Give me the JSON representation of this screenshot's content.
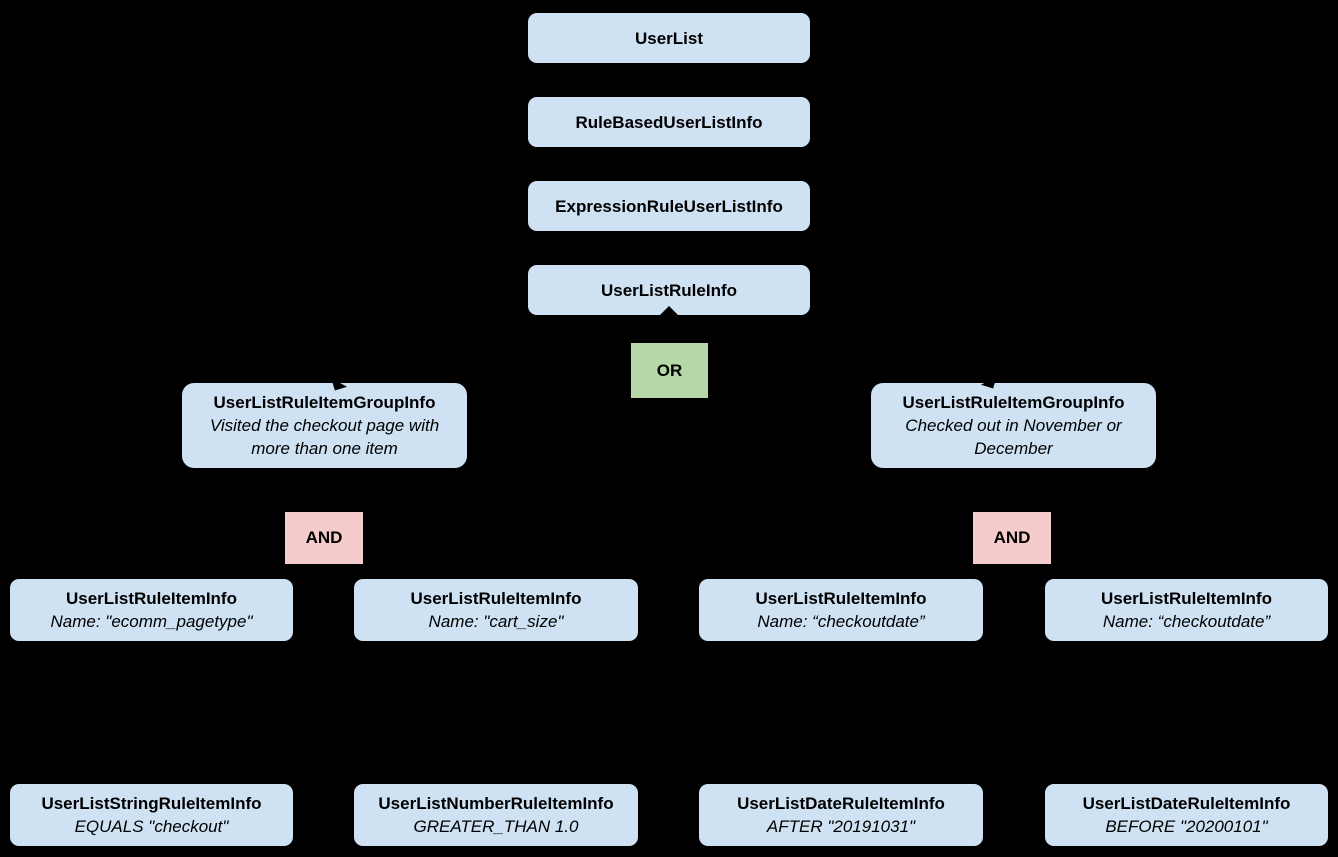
{
  "diagram": {
    "background_color": "#000000",
    "node_fill_color": "#cfe2f3",
    "or_fill_color": "#b6d7a8",
    "and_fill_color": "#f4cccc",
    "text_color": "#000000",
    "nodes": {
      "userList": {
        "title": "UserList"
      },
      "ruleBased": {
        "title": "RuleBasedUserListInfo"
      },
      "expressionRule": {
        "title": "ExpressionRuleUserListInfo"
      },
      "userListRule": {
        "title": "UserListRuleInfo"
      },
      "orOperator": {
        "label": "OR"
      },
      "groupLeft": {
        "title": "UserListRuleItemGroupInfo",
        "description": "Visited the checkout page with more than one item"
      },
      "groupRight": {
        "title": "UserListRuleItemGroupInfo",
        "description": "Checked out in November or December"
      },
      "andLeft": {
        "label": "AND"
      },
      "andRight": {
        "label": "AND"
      },
      "ruleItemEcomm": {
        "title": "UserListRuleItemInfo",
        "description": "Name: \"ecomm_pagetype\""
      },
      "ruleItemCart": {
        "title": "UserListRuleItemInfo",
        "description": "Name: \"cart_size\""
      },
      "ruleItemDate1": {
        "title": "UserListRuleItemInfo",
        "description": "Name: “checkoutdate”"
      },
      "ruleItemDate2": {
        "title": "UserListRuleItemInfo",
        "description": "Name: “checkoutdate”"
      },
      "leafString": {
        "title": "UserListStringRuleItemInfo",
        "description": "EQUALS \"checkout\""
      },
      "leafNumber": {
        "title": "UserListNumberRuleItemInfo",
        "description": "GREATER_THAN 1.0"
      },
      "leafDateAfter": {
        "title": "UserListDateRuleItemInfo",
        "description": "AFTER \"20191031\""
      },
      "leafDateBefore": {
        "title": "UserListDateRuleItemInfo",
        "description": "BEFORE \"20200101\""
      }
    }
  }
}
